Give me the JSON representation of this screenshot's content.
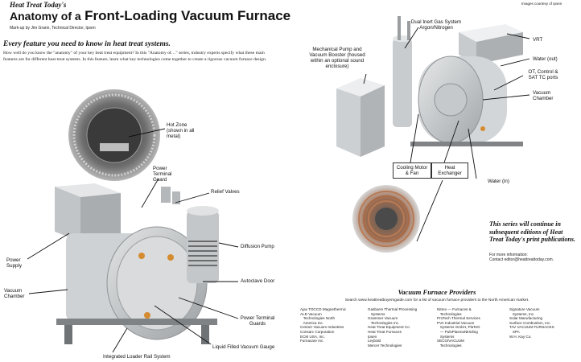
{
  "header": {
    "kicker": "Heat Treat Today's",
    "title_prefix": "Anatomy of a",
    "title_main": "Front-Loading Vacuum Furnace",
    "byline": "Mark-up by Jim Grann, Technical Director, Ipsen",
    "credit": "Images courtesy of Ipsen"
  },
  "intro": {
    "headline": "Every feature you need to know in heat treat systems.",
    "body": "How well do you know the \"anatomy\" of your key heat treat equipment? In this \"Anatomy of…\" series, industry experts specify what these main features are for different heat treat systems. In this feature, learn what key technologies come together to create a rigorous vacuum furnace design."
  },
  "left_labels": {
    "hot_zone": "Hot Zone (shown in all metal)",
    "power_terminal_guard": "Power Terminal Guard",
    "relief_valves": "Relief Valves",
    "diffusion_pump": "Diffusion Pump",
    "power_supply": "Power Supply",
    "vacuum_chamber": "Vacuum Chamber",
    "autoclave_door": "Autoclave Door",
    "power_terminal_guards": "Power Terminal Guards",
    "liquid_gauge": "Liquid Filled Vacuum Gauge",
    "loader_rail": "Integrated Loader Rail System"
  },
  "right_labels": {
    "gas_system": "Dual Inert Gas System Argon/Nitrogen",
    "mech_pump": "Mechanical Pump and Vacuum Booster (housed within an optional sound enclosure)",
    "vrt": "VRT",
    "water_out": "Water (out)",
    "ot_control": "OT, Control & SAT TC ports",
    "vacuum_chamber": "Vacuum Chamber",
    "cooling_motor": "Cooling Motor & Fan",
    "heat_exchanger": "Heat Exchanger",
    "water_in": "Water (in)"
  },
  "series_note": {
    "line": "This series will continue in subsequent editions of Heat Treat Today's print publications.",
    "info_label": "For more information:",
    "contact": "Contact editor@heattreattoday.com."
  },
  "providers": {
    "title": "Vacuum Furnace Providers",
    "subtitle": "Search www.heattreatbuyersguide.com for a list of vacuum furnace providers to the North American market.",
    "columns": [
      [
        "Ajax TOCCO Magnethermic",
        "ALD Vacuum",
        "   Technologies North",
        "   America Inc.",
        "Centorr Vacuum Industries",
        "Consarc Corporation",
        "ECM USA, Inc.",
        "Furnacare Inc."
      ],
      [
        "Gasbarre Thermal Processing",
        "   Systems",
        "Grammer Vacuum",
        "   Technologies Inc.",
        "Heat Treat Equipment Co",
        "Heat Treat Furnaces",
        "Ipsen",
        "Leybold",
        "Mercer Technologies"
      ],
      [
        "Nitrex — Furnaces &",
        "   Technologies",
        "ProTech Thermal Services",
        "PVA Industrial Vacuum",
        "   Systems GmbH, PlaTeG",
        "   — PulsPlasmaNitriding",
        "   Systems",
        "SECO/VACUUM",
        "   Technologies"
      ],
      [
        "Signature Vacuum",
        "   Systems, Inc.",
        "Solar Manufacturing",
        "Surface Combustion, Inc.",
        "TAV VACUUM FURNACES",
        "   SPA",
        "W.H. Kay Co."
      ]
    ]
  },
  "colors": {
    "metal": "#c9cccd",
    "shadow": "#8e9295",
    "text": "#111111"
  }
}
